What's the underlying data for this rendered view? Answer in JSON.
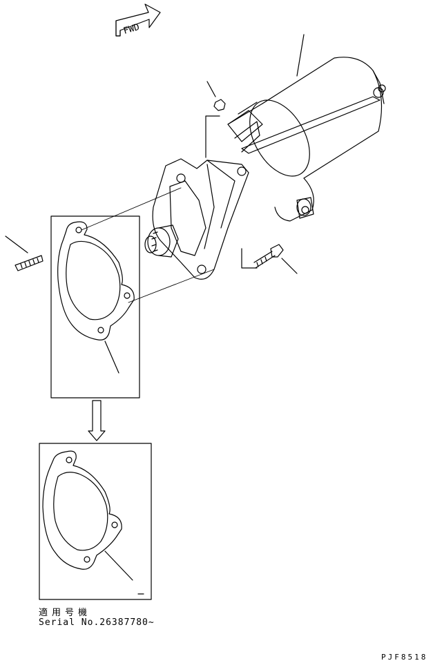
{
  "fwd_arrow_label": "FWD",
  "applicable_serial": {
    "heading": "適用号機",
    "serial_text": "Serial No.26387780~"
  },
  "drawing_code": "PJF8518"
}
